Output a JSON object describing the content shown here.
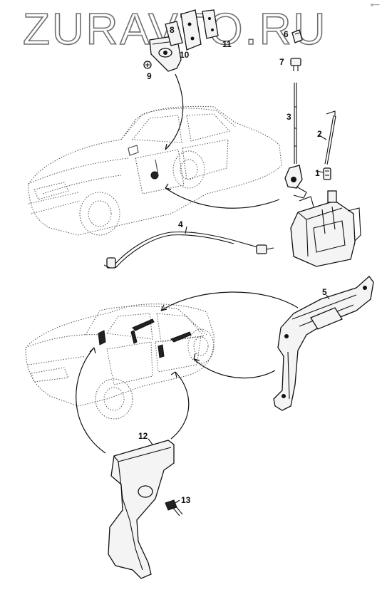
{
  "watermark": {
    "text": "ZURAVTO.RU"
  },
  "corner_mark": "«—",
  "callouts": {
    "c1": "1",
    "c2": "2",
    "c3": "3",
    "c4": "4",
    "c5": "5",
    "c6": "6",
    "c7": "7",
    "c8": "8",
    "c9": "9",
    "c10": "10",
    "c11": "11",
    "c12": "12",
    "c13": "13"
  },
  "colors": {
    "line": "#111111",
    "car_outline": "#555555",
    "watermark_stroke": "#6f6f6f",
    "background": "#ffffff"
  }
}
